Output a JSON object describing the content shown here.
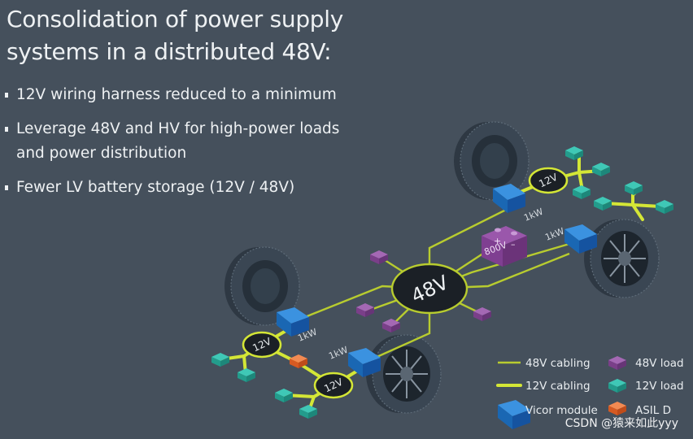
{
  "title_line1": "Consolidation of power supply",
  "title_line2": "systems in a distributed 48V:",
  "bullets": [
    {
      "line1": "12V wiring harness reduced to a minimum",
      "line2": ""
    },
    {
      "line1": "Leverage 48V and HV for high-power loads",
      "line2": "and power distribution"
    },
    {
      "line1": "Fewer LV battery storage (12V / 48V)",
      "line2": ""
    }
  ],
  "diagram": {
    "hub_label": "48V",
    "battery_label": "800V",
    "battery_plus": "+",
    "battery_minus": "–",
    "module_power_label": "1kW",
    "node_12v_label": "12V"
  },
  "legend": {
    "cabling_48v": "48V cabling",
    "cabling_12v": "12V cabling",
    "vicor_module": "Vicor module",
    "load_48v": "48V load",
    "load_12v": "12V load",
    "asil_d": "ASIL D"
  },
  "watermark": "CSDN @猿来如此yyy",
  "colors": {
    "background": "#45505c",
    "cable_48v": "#b8cc2f",
    "cable_12v": "#d4e636",
    "vicor_module": "#1e73c6",
    "load_48v": "#8d4a9c",
    "load_12v": "#2ab3a2",
    "asil_d": "#e86a2e",
    "battery": "#7f3f91",
    "hub": "#1b2026"
  }
}
